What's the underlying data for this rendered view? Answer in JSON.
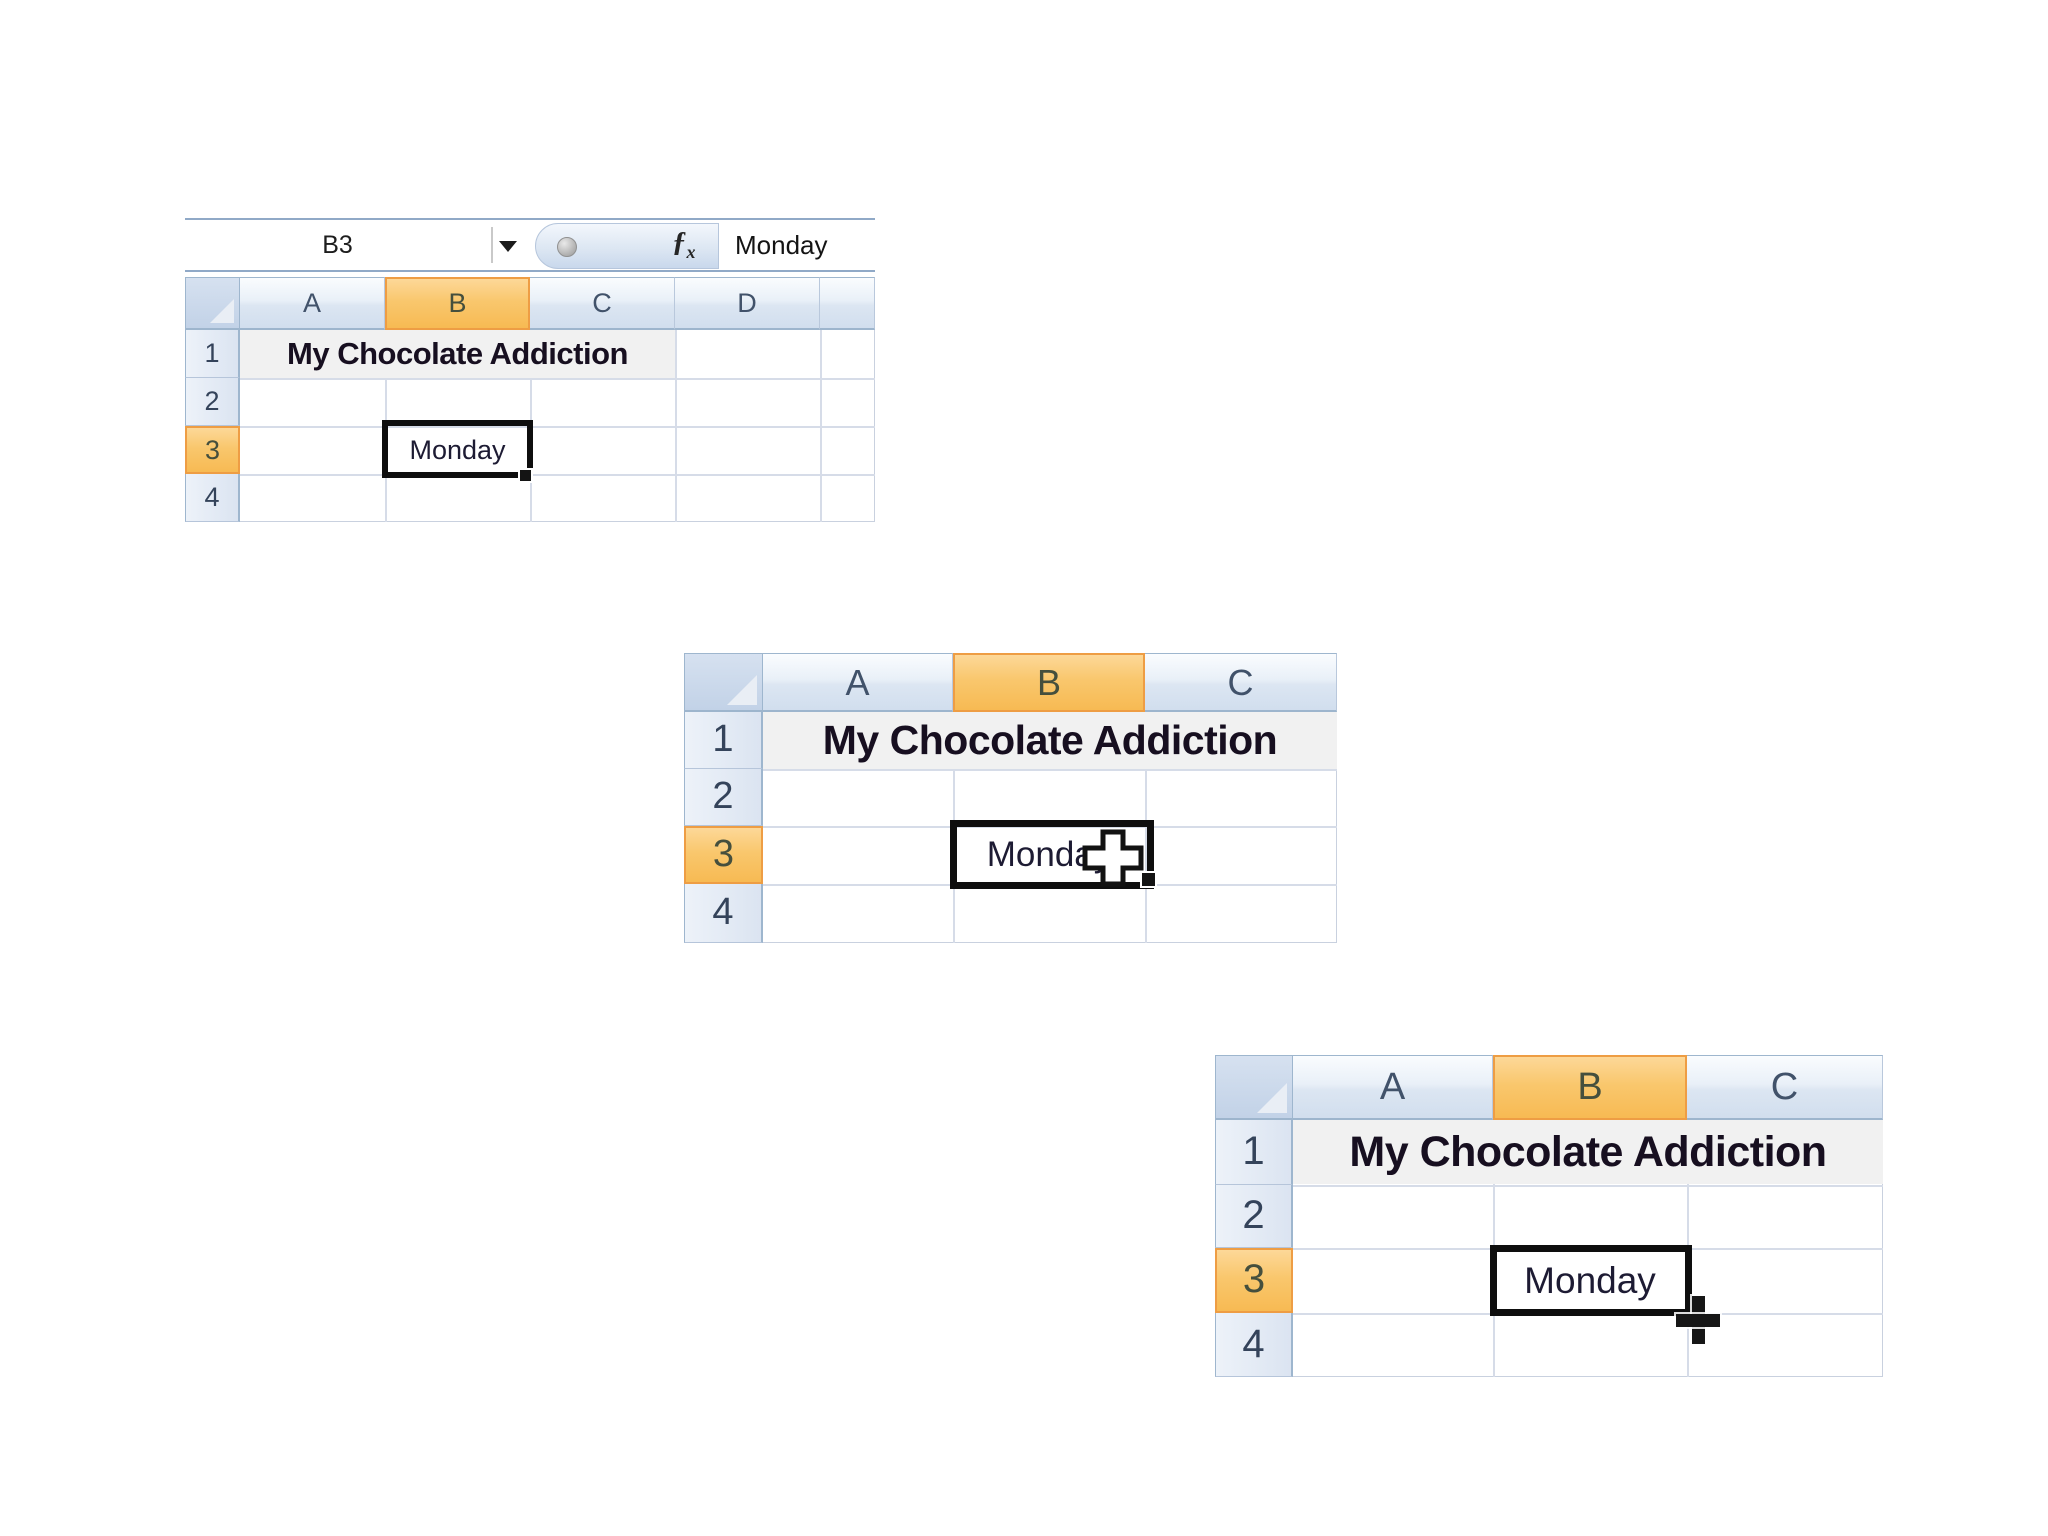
{
  "formula_bar": {
    "name_box_value": "B3",
    "fx_f": "ƒ",
    "fx_x": "x",
    "value": "Monday"
  },
  "panels": [
    {
      "step": 1,
      "column_headers": [
        "A",
        "B",
        "C",
        "D",
        ""
      ],
      "row_headers": [
        "1",
        "2",
        "3",
        "4"
      ],
      "title_cell": "My Chocolate Addiction",
      "b3_value": "Monday",
      "selected_cell": "B3",
      "selected_column": "B",
      "selected_row": "3"
    },
    {
      "step": 2,
      "column_headers": [
        "A",
        "B",
        "C"
      ],
      "row_headers": [
        "1",
        "2",
        "3",
        "4"
      ],
      "title_cell": "My Chocolate Addiction",
      "b3_value": "Monday",
      "selected_cell": "B3",
      "selected_column": "B",
      "selected_row": "3",
      "cursor": "white-cross-cell-cursor"
    },
    {
      "step": 3,
      "column_headers": [
        "A",
        "B",
        "C"
      ],
      "row_headers": [
        "1",
        "2",
        "3",
        "4"
      ],
      "title_cell": "My Chocolate Addiction",
      "b3_value": "Monday",
      "selected_cell": "B3",
      "selected_column": "B",
      "selected_row": "3",
      "cursor": "black-cross-fill-handle-cursor"
    }
  ]
}
